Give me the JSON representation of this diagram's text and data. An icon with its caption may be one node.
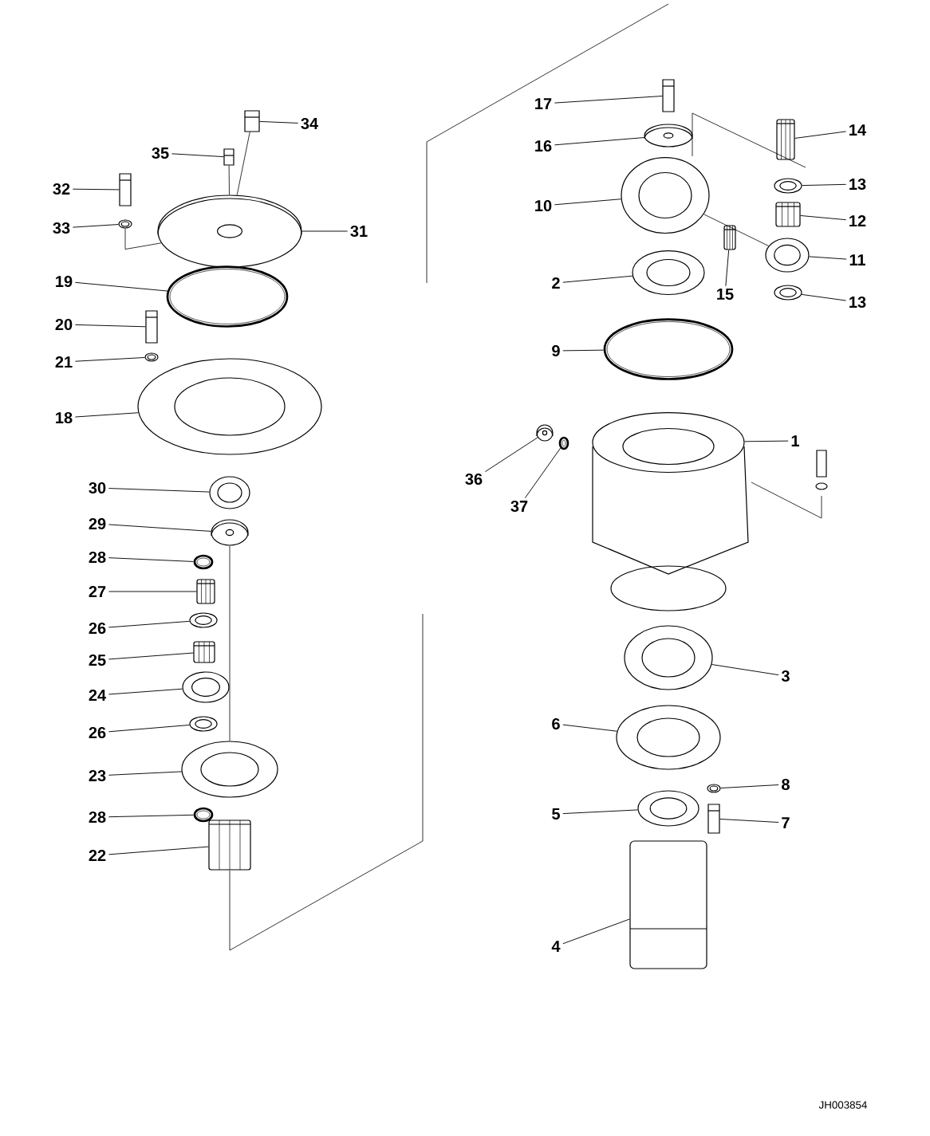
{
  "diagram": {
    "nodes": [
      {
        "text": [
          "34"
        ]
      },
      {
        "text": [
          "35"
        ]
      },
      {
        "text": [
          "32"
        ]
      },
      {
        "text": [
          "33"
        ]
      },
      {
        "text": [
          "31"
        ]
      },
      {
        "text": [
          "19"
        ]
      },
      {
        "text": [
          "20"
        ]
      },
      {
        "text": [
          "21"
        ]
      },
      {
        "text": [
          "18"
        ]
      },
      {
        "text": [
          "30"
        ]
      },
      {
        "text": [
          "29"
        ]
      },
      {
        "text": [
          "28"
        ]
      },
      {
        "text": [
          "27"
        ]
      },
      {
        "text": [
          "26"
        ]
      },
      {
        "text": [
          "25"
        ]
      },
      {
        "text": [
          "24"
        ]
      },
      {
        "text": [
          "26"
        ]
      },
      {
        "text": [
          "23"
        ]
      },
      {
        "text": [
          "28"
        ]
      },
      {
        "text": [
          "22"
        ]
      },
      {
        "text": [
          "17"
        ]
      },
      {
        "text": [
          "16"
        ]
      },
      {
        "text": [
          "10"
        ]
      },
      {
        "text": [
          "14"
        ]
      },
      {
        "text": [
          "13"
        ]
      },
      {
        "text": [
          "12"
        ]
      },
      {
        "text": [
          "11"
        ]
      },
      {
        "text": [
          "15"
        ]
      },
      {
        "text": [
          "13"
        ]
      },
      {
        "text": [
          "2"
        ]
      },
      {
        "text": [
          "9"
        ]
      },
      {
        "text": [
          "1"
        ]
      },
      {
        "text": [
          "36"
        ]
      },
      {
        "text": [
          "37"
        ]
      },
      {
        "text": [
          "3"
        ]
      },
      {
        "text": [
          "6"
        ]
      },
      {
        "text": [
          "8"
        ]
      },
      {
        "text": [
          "5"
        ]
      },
      {
        "text": [
          "7"
        ]
      },
      {
        "text": [
          "4"
        ]
      },
      {
        "text": [],
        "shape": "picture"
      },
      {
        "text": [],
        "shape": "picture"
      },
      {
        "text": [],
        "shape": "picture"
      },
      {
        "text": [],
        "shape": "picture"
      },
      {
        "text": [],
        "shape": "picture"
      },
      {
        "text": [],
        "shape": "picture"
      },
      {
        "text": [],
        "shape": "picture"
      },
      {
        "text": [],
        "shape": "picture"
      },
      {
        "text": [],
        "shape": "picture"
      },
      {
        "text": [],
        "shape": "picture"
      },
      {
        "text": [],
        "shape": "picture"
      },
      {
        "text": [],
        "shape": "picture"
      },
      {
        "text": [],
        "shape": "picture"
      },
      {
        "text": [],
        "shape": "picture"
      },
      {
        "text": [],
        "shape": "picture"
      },
      {
        "text": [],
        "shape": "picture"
      },
      {
        "text": [],
        "shape": "picture"
      },
      {
        "text": [],
        "shape": "picture"
      },
      {
        "text": [],
        "shape": "picture"
      },
      {
        "text": [],
        "shape": "picture"
      },
      {
        "text": [],
        "shape": "picture"
      },
      {
        "text": [],
        "shape": "picture"
      },
      {
        "text": [],
        "shape": "picture"
      },
      {
        "text": [],
        "shape": "picture"
      },
      {
        "text": [],
        "shape": "picture"
      },
      {
        "text": [],
        "shape": "picture"
      },
      {
        "text": [],
        "shape": "picture"
      },
      {
        "text": [],
        "shape": "picture"
      },
      {
        "text": [],
        "shape": "picture"
      },
      {
        "text": [],
        "shape": "picture"
      },
      {
        "text": [],
        "shape": "picture"
      },
      {
        "text": [],
        "shape": "picture"
      },
      {
        "text": [],
        "shape": "picture"
      },
      {
        "text": [],
        "shape": "picture"
      },
      {
        "text": [],
        "shape": "picture"
      },
      {
        "text": [],
        "shape": "picture"
      },
      {
        "text": [],
        "shape": "picture"
      },
      {
        "text": [],
        "shape": "picture"
      },
      {
        "text": [],
        "shape": "picture"
      },
      {
        "text": [],
        "shape": "picture"
      }
    ],
    "edges": [
      {
        "from": 0,
        "to": 40,
        "arrow": "none"
      },
      {
        "from": 1,
        "to": 41,
        "arrow": "none"
      },
      {
        "from": 2,
        "to": 42,
        "arrow": "none"
      },
      {
        "from": 3,
        "to": 43,
        "arrow": "none"
      },
      {
        "from": 4,
        "to": 44,
        "arrow": "none"
      },
      {
        "from": 5,
        "to": 45,
        "arrow": "none"
      },
      {
        "from": 6,
        "to": 46,
        "arrow": "none"
      },
      {
        "from": 7,
        "to": 47,
        "arrow": "none"
      },
      {
        "from": 8,
        "to": 48,
        "arrow": "none"
      },
      {
        "from": 9,
        "to": 49,
        "arrow": "none"
      },
      {
        "from": 10,
        "to": 50,
        "arrow": "none"
      },
      {
        "from": 11,
        "to": 51,
        "arrow": "none"
      },
      {
        "from": 12,
        "to": 52,
        "arrow": "none"
      },
      {
        "from": 13,
        "to": 53,
        "arrow": "none"
      },
      {
        "from": 14,
        "to": 54,
        "arrow": "none"
      },
      {
        "from": 15,
        "to": 55,
        "arrow": "none"
      },
      {
        "from": 16,
        "to": 56,
        "arrow": "none"
      },
      {
        "from": 17,
        "to": 57,
        "arrow": "none"
      },
      {
        "from": 18,
        "to": 58,
        "arrow": "none"
      },
      {
        "from": 19,
        "to": 59,
        "arrow": "none"
      },
      {
        "from": 20,
        "to": 60,
        "arrow": "none"
      },
      {
        "from": 21,
        "to": 61,
        "arrow": "none"
      },
      {
        "from": 22,
        "to": 62,
        "arrow": "none"
      },
      {
        "from": 23,
        "to": 63,
        "arrow": "none"
      },
      {
        "from": 24,
        "to": 64,
        "arrow": "none"
      },
      {
        "from": 25,
        "to": 65,
        "arrow": "none"
      },
      {
        "from": 26,
        "to": 66,
        "arrow": "none"
      },
      {
        "from": 27,
        "to": 67,
        "arrow": "none"
      },
      {
        "from": 28,
        "to": 68,
        "arrow": "none"
      },
      {
        "from": 29,
        "to": 69,
        "arrow": "none"
      },
      {
        "from": 30,
        "to": 70,
        "arrow": "none"
      },
      {
        "from": 31,
        "to": 71,
        "arrow": "none"
      },
      {
        "from": 32,
        "to": 72,
        "arrow": "none"
      },
      {
        "from": 33,
        "to": 73,
        "arrow": "none"
      },
      {
        "from": 34,
        "to": 74,
        "arrow": "none"
      },
      {
        "from": 35,
        "to": 75,
        "arrow": "none"
      },
      {
        "from": 36,
        "to": 76,
        "arrow": "none"
      },
      {
        "from": 37,
        "to": 77,
        "arrow": "none"
      },
      {
        "from": 38,
        "to": 78,
        "arrow": "none"
      },
      {
        "from": 39,
        "to": 79,
        "arrow": "none"
      },
      {
        "from": 40,
        "to": 44,
        "arrow": "none"
      },
      {
        "from": 41,
        "to": 44,
        "arrow": "none"
      },
      {
        "from": 43,
        "to": 44,
        "arrow": "none"
      },
      {
        "from": 50,
        "to": 57,
        "arrow": "none"
      },
      {
        "from": 62,
        "to": 66,
        "arrow": "none"
      }
    ],
    "labels": [
      "JH003854"
    ]
  }
}
